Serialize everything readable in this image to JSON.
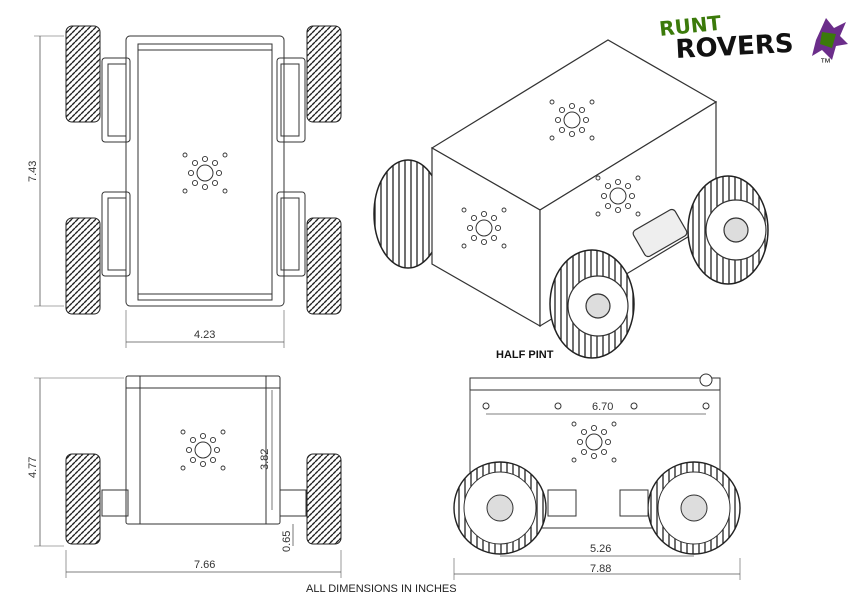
{
  "logo": {
    "line1": "RUNT",
    "line2": "ROVERS",
    "tm": "™"
  },
  "model_label": "HALF PINT",
  "dimensions": {
    "top_width": "4.23",
    "top_length": "7.43",
    "front_height": "4.77",
    "front_body_height": "3.82",
    "front_clearance": "0.65",
    "front_width": "7.66",
    "side_hole_span": "6.70",
    "side_axle_span": "5.26",
    "side_length": "7.88"
  },
  "note": "ALL DIMENSIONS IN INCHES",
  "colors": {
    "line": "#333333",
    "dim": "#555555",
    "logo_green": "#3b7a0a",
    "logo_purple": "#6b2d8a"
  }
}
